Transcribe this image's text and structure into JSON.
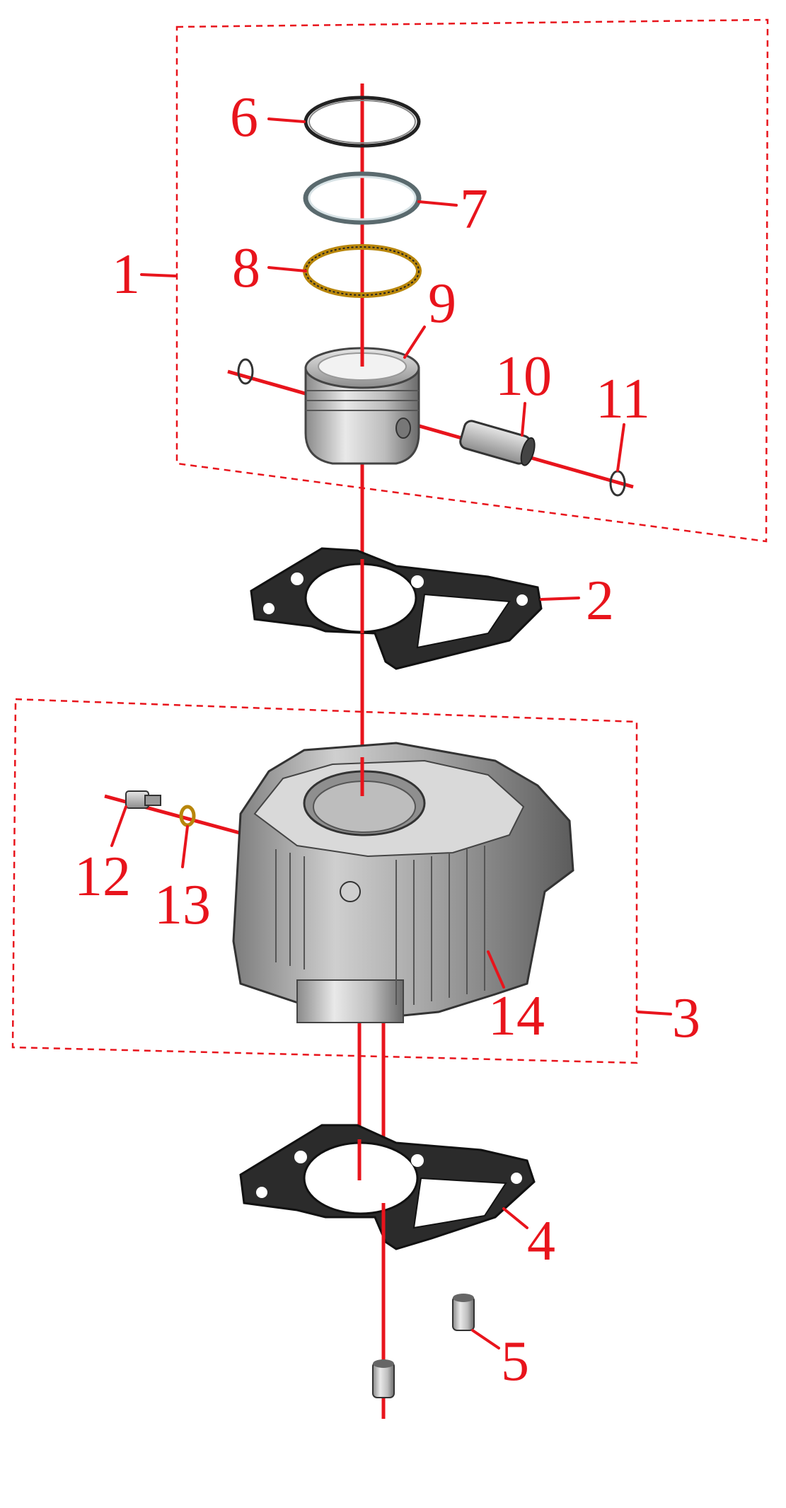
{
  "diagram": {
    "colors": {
      "accent": "#e8141c",
      "gasket": "#2b2b2b",
      "metal_light": "#d8d8d8",
      "metal_dark": "#6e6e6e",
      "brass": "#b8860b"
    },
    "callouts": [
      {
        "id": "c1",
        "label": "1"
      },
      {
        "id": "c2",
        "label": "2"
      },
      {
        "id": "c3",
        "label": "3"
      },
      {
        "id": "c4",
        "label": "4"
      },
      {
        "id": "c5",
        "label": "5"
      },
      {
        "id": "c6",
        "label": "6"
      },
      {
        "id": "c7",
        "label": "7"
      },
      {
        "id": "c8",
        "label": "8"
      },
      {
        "id": "c9",
        "label": "9"
      },
      {
        "id": "c10",
        "label": "10"
      },
      {
        "id": "c11",
        "label": "11"
      },
      {
        "id": "c12",
        "label": "12"
      },
      {
        "id": "c13",
        "label": "13"
      },
      {
        "id": "c14",
        "label": "14"
      }
    ]
  }
}
